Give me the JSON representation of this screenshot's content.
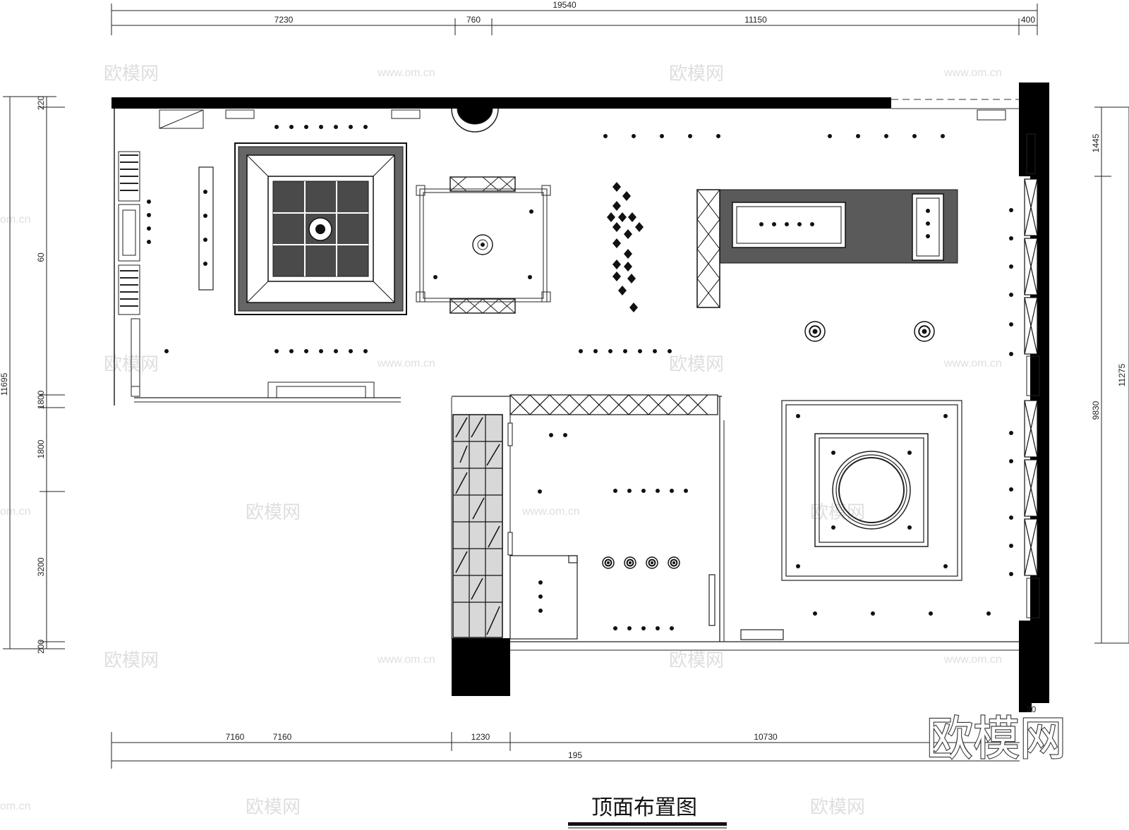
{
  "drawing": {
    "title": "顶面布置图",
    "logo_text": "欧模网"
  },
  "dimensions": {
    "top_total": "19540",
    "top_segments": [
      "7230",
      "760",
      "11150",
      "400"
    ],
    "bottom_segments": [
      "7160",
      "7160",
      "1230",
      "10730"
    ],
    "bottom_total": "195",
    "left_total": "11695",
    "left_segments": [
      "220",
      "60",
      "1800",
      "1800",
      "3200",
      "200"
    ],
    "right_total": "11275",
    "right_segments": [
      "1445",
      "9830"
    ],
    "right_small": "20"
  },
  "watermarks": {
    "brand": "欧模网",
    "url": "www.om.cn",
    "url_partial": "om.cn"
  }
}
